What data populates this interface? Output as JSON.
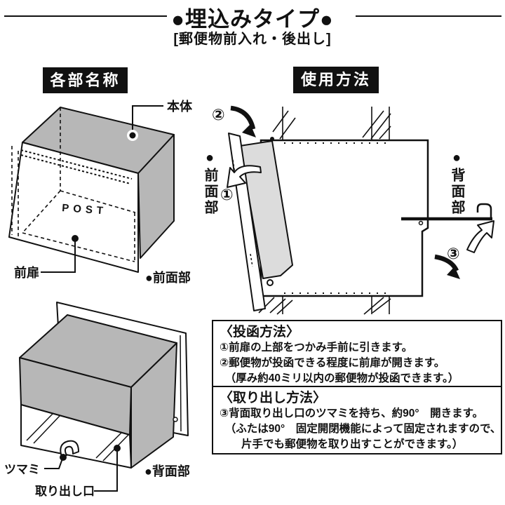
{
  "header": {
    "title": "●埋込みタイプ●",
    "subtitle": "[郵便物前入れ・後出し]"
  },
  "sections": {
    "parts_heading": "各部名称",
    "usage_heading": "使用方法"
  },
  "parts": {
    "front_view": {
      "body_label": "本体",
      "door_label": "前扉",
      "side_label": "●前面部",
      "post_text": "POST"
    },
    "rear_view": {
      "knob_label": "ツマミ",
      "outlet_label": "取り出し口",
      "side_label": "●背面部"
    }
  },
  "usage": {
    "front_label": "●前面部",
    "back_label": "●背面部",
    "step1": "①",
    "step2": "②",
    "step3": "③"
  },
  "instructions": {
    "posting": {
      "heading": "〈投函方法〉",
      "line1": "①前扉の上部をつかみ手前に引きます。",
      "line2": "②郵便物が投函できる程度に前扉が開きます。",
      "line3": "　（厚み約40ミリ以内の郵便物が投函できます。）"
    },
    "retrieval": {
      "heading": "〈取り出し方法〉",
      "line1": "③背面取り出し口のツマミを持ち、約90°　開きます。",
      "line2": "　（ふたは90°　固定開閉機能によって固定されますので、",
      "line3": "　　片手でも郵便物を取り出すことができます。）"
    }
  },
  "colors": {
    "ink": "#111111",
    "face_gray": "#b7b7b7",
    "door_panel_gray": "#dcdcdc",
    "background": "#ffffff"
  }
}
